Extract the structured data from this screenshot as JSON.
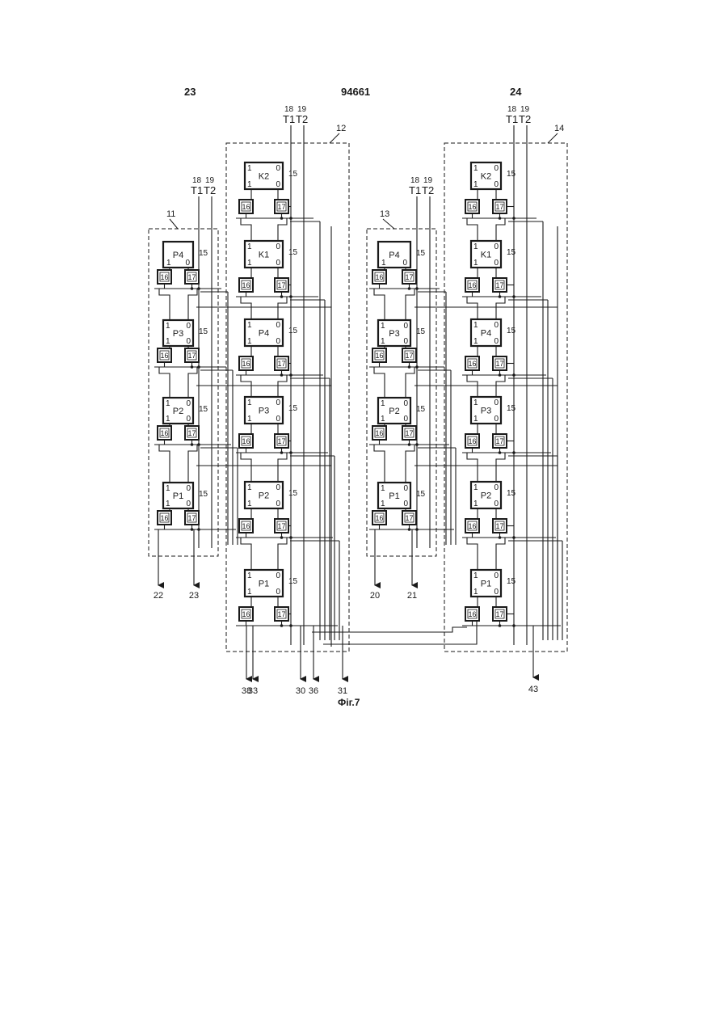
{
  "header": {
    "left_page": "23",
    "doc_number": "94661",
    "right_page": "24"
  },
  "figure_caption": "Фіг.7",
  "groups": [
    {
      "id": "11",
      "clock_numbers": [
        "18",
        "19"
      ],
      "clock_labels": [
        "T1",
        "T2"
      ],
      "stages": [
        {
          "label": "P4",
          "ports": false,
          "ref": "15",
          "left": "16",
          "right": "17"
        },
        {
          "label": "P3",
          "ports": true,
          "ref": "15",
          "left": "16",
          "right": "17"
        },
        {
          "label": "P2",
          "ports": true,
          "ref": "15",
          "left": "16",
          "right": "17"
        },
        {
          "label": "P1",
          "ports": true,
          "ref": "15",
          "left": "16",
          "right": "17"
        }
      ],
      "outputs": [
        "22",
        "23"
      ]
    },
    {
      "id": "12",
      "clock_numbers": [
        "18",
        "19"
      ],
      "clock_labels": [
        "T1",
        "T2"
      ],
      "stages": [
        {
          "label": "K2",
          "ports": true,
          "ref": "15",
          "left": "16",
          "right": "17"
        },
        {
          "label": "K1",
          "ports": true,
          "ref": "15",
          "left": "16",
          "right": "17"
        },
        {
          "label": "P4",
          "ports": true,
          "ref": "15",
          "left": "16",
          "right": "17"
        },
        {
          "label": "P3",
          "ports": true,
          "ref": "15",
          "left": "16",
          "right": "17"
        },
        {
          "label": "P2",
          "ports": true,
          "ref": "15",
          "left": "16",
          "right": "17"
        },
        {
          "label": "P1",
          "ports": true,
          "ref": "15",
          "left": "16",
          "right": "17"
        }
      ],
      "outputs": [
        "38",
        "33",
        "30",
        "36",
        "31"
      ]
    },
    {
      "id": "13",
      "clock_numbers": [
        "18",
        "19"
      ],
      "clock_labels": [
        "T1",
        "T2"
      ],
      "stages": [
        {
          "label": "P4",
          "ports": false,
          "ref": "15",
          "left": "16",
          "right": "17"
        },
        {
          "label": "P3",
          "ports": true,
          "ref": "15",
          "left": "16",
          "right": "17"
        },
        {
          "label": "P2",
          "ports": true,
          "ref": "15",
          "left": "16",
          "right": "17"
        },
        {
          "label": "P1",
          "ports": true,
          "ref": "15",
          "left": "16",
          "right": "17"
        }
      ],
      "outputs": [
        "20",
        "21"
      ]
    },
    {
      "id": "14",
      "clock_numbers": [
        "18",
        "19"
      ],
      "clock_labels": [
        "T1",
        "T2"
      ],
      "stages": [
        {
          "label": "K2",
          "ports": true,
          "ref": "15",
          "left": "16",
          "right": "17"
        },
        {
          "label": "K1",
          "ports": true,
          "ref": "15",
          "left": "16",
          "right": "17"
        },
        {
          "label": "P4",
          "ports": true,
          "ref": "15",
          "left": "16",
          "right": "17"
        },
        {
          "label": "P3",
          "ports": true,
          "ref": "15",
          "left": "16",
          "right": "17"
        },
        {
          "label": "P2",
          "ports": true,
          "ref": "15",
          "left": "16",
          "right": "17"
        },
        {
          "label": "P1",
          "ports": true,
          "ref": "15",
          "left": "16",
          "right": "17"
        }
      ],
      "outputs": [
        "43"
      ]
    }
  ],
  "port_labels": {
    "top_left": "1",
    "top_right": "0",
    "bottom_left": "1",
    "bottom_right": "0"
  }
}
